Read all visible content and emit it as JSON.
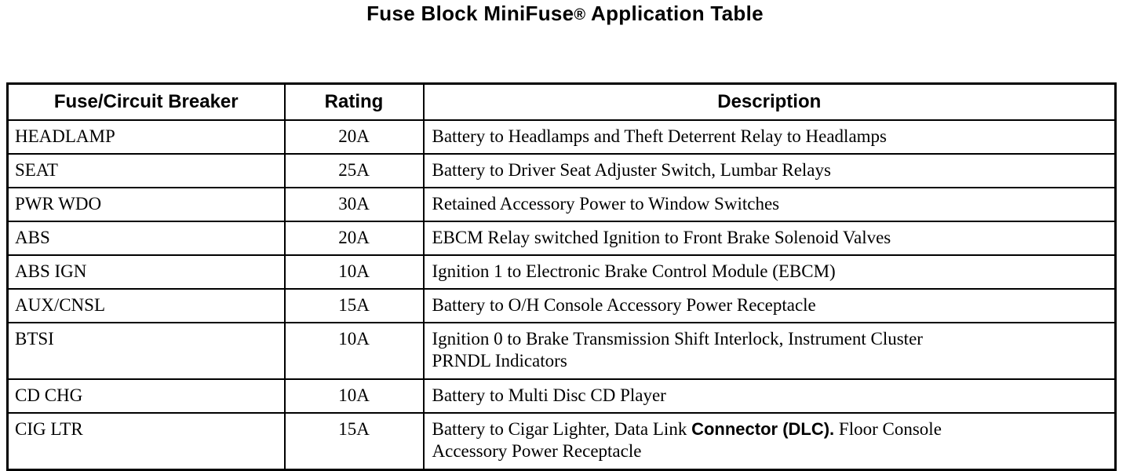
{
  "document": {
    "title_prefix": "Fuse Block MiniFuse",
    "title_registered_mark": "®",
    "title_suffix": " Application Table",
    "title_full": "Fuse Block MiniFuse® Application Table"
  },
  "table": {
    "columns": [
      {
        "key": "fuse",
        "label": "Fuse/Circuit Breaker"
      },
      {
        "key": "rating",
        "label": "Rating"
      },
      {
        "key": "description",
        "label": "Description"
      }
    ],
    "rows": [
      {
        "fuse": "HEADLAMP",
        "rating": "20A",
        "description_lines": [
          "Battery to Headlamps and Theft Deterrent Relay to Headlamps"
        ],
        "description": "Battery to Headlamps and Theft Deterrent Relay to Headlamps"
      },
      {
        "fuse": "SEAT",
        "rating": "25A",
        "description_lines": [
          "Battery to Driver Seat Adjuster Switch, Lumbar Relays"
        ],
        "description": "Battery to Driver Seat Adjuster Switch, Lumbar Relays"
      },
      {
        "fuse": "PWR WDO",
        "rating": "30A",
        "description_lines": [
          "Retained Accessory Power to Window Switches"
        ],
        "description": "Retained Accessory Power to Window Switches"
      },
      {
        "fuse": "ABS",
        "rating": "20A",
        "description_lines": [
          "EBCM Relay switched Ignition to Front Brake Solenoid Valves"
        ],
        "description": "EBCM Relay switched Ignition to Front Brake Solenoid Valves"
      },
      {
        "fuse": "ABS IGN",
        "rating": "10A",
        "description_lines": [
          "Ignition 1 to Electronic Brake Control Module (EBCM)"
        ],
        "description": "Ignition 1 to Electronic Brake Control Module (EBCM)"
      },
      {
        "fuse": "AUX/CNSL",
        "rating": "15A",
        "description_lines": [
          "Battery to O/H Console Accessory Power Receptacle"
        ],
        "description": "Battery to O/H Console Accessory Power Receptacle"
      },
      {
        "fuse": "BTSI",
        "rating": "10A",
        "description_lines": [
          "Ignition 0 to Brake Transmission Shift Interlock, Instrument Cluster",
          "PRNDL Indicators"
        ],
        "description": "Ignition 0 to Brake Transmission Shift Interlock, Instrument Cluster PRNDL Indicators"
      },
      {
        "fuse": "CD CHG",
        "rating": "10A",
        "description_lines": [
          "Battery to Multi Disc CD Player"
        ],
        "description": "Battery to Multi Disc CD Player"
      },
      {
        "fuse": "CIG LTR",
        "rating": "15A",
        "description_lines": [
          "Battery to Cigar Lighter, Data Link Connector (DLC). Floor Console",
          "Accessory Power Receptacle"
        ],
        "description": "Battery to Cigar Lighter, Data Link Connector (DLC). Floor Console Accessory Power Receptacle",
        "description_rich": {
          "line1_before": "Battery to Cigar Lighter, Data Link ",
          "line1_bold": "Connector (DLC).",
          "line1_after": " Floor Console",
          "line2": "Accessory Power Receptacle"
        }
      }
    ]
  },
  "colors": {
    "background": "#ffffff",
    "text": "#000000",
    "border": "#000000"
  }
}
